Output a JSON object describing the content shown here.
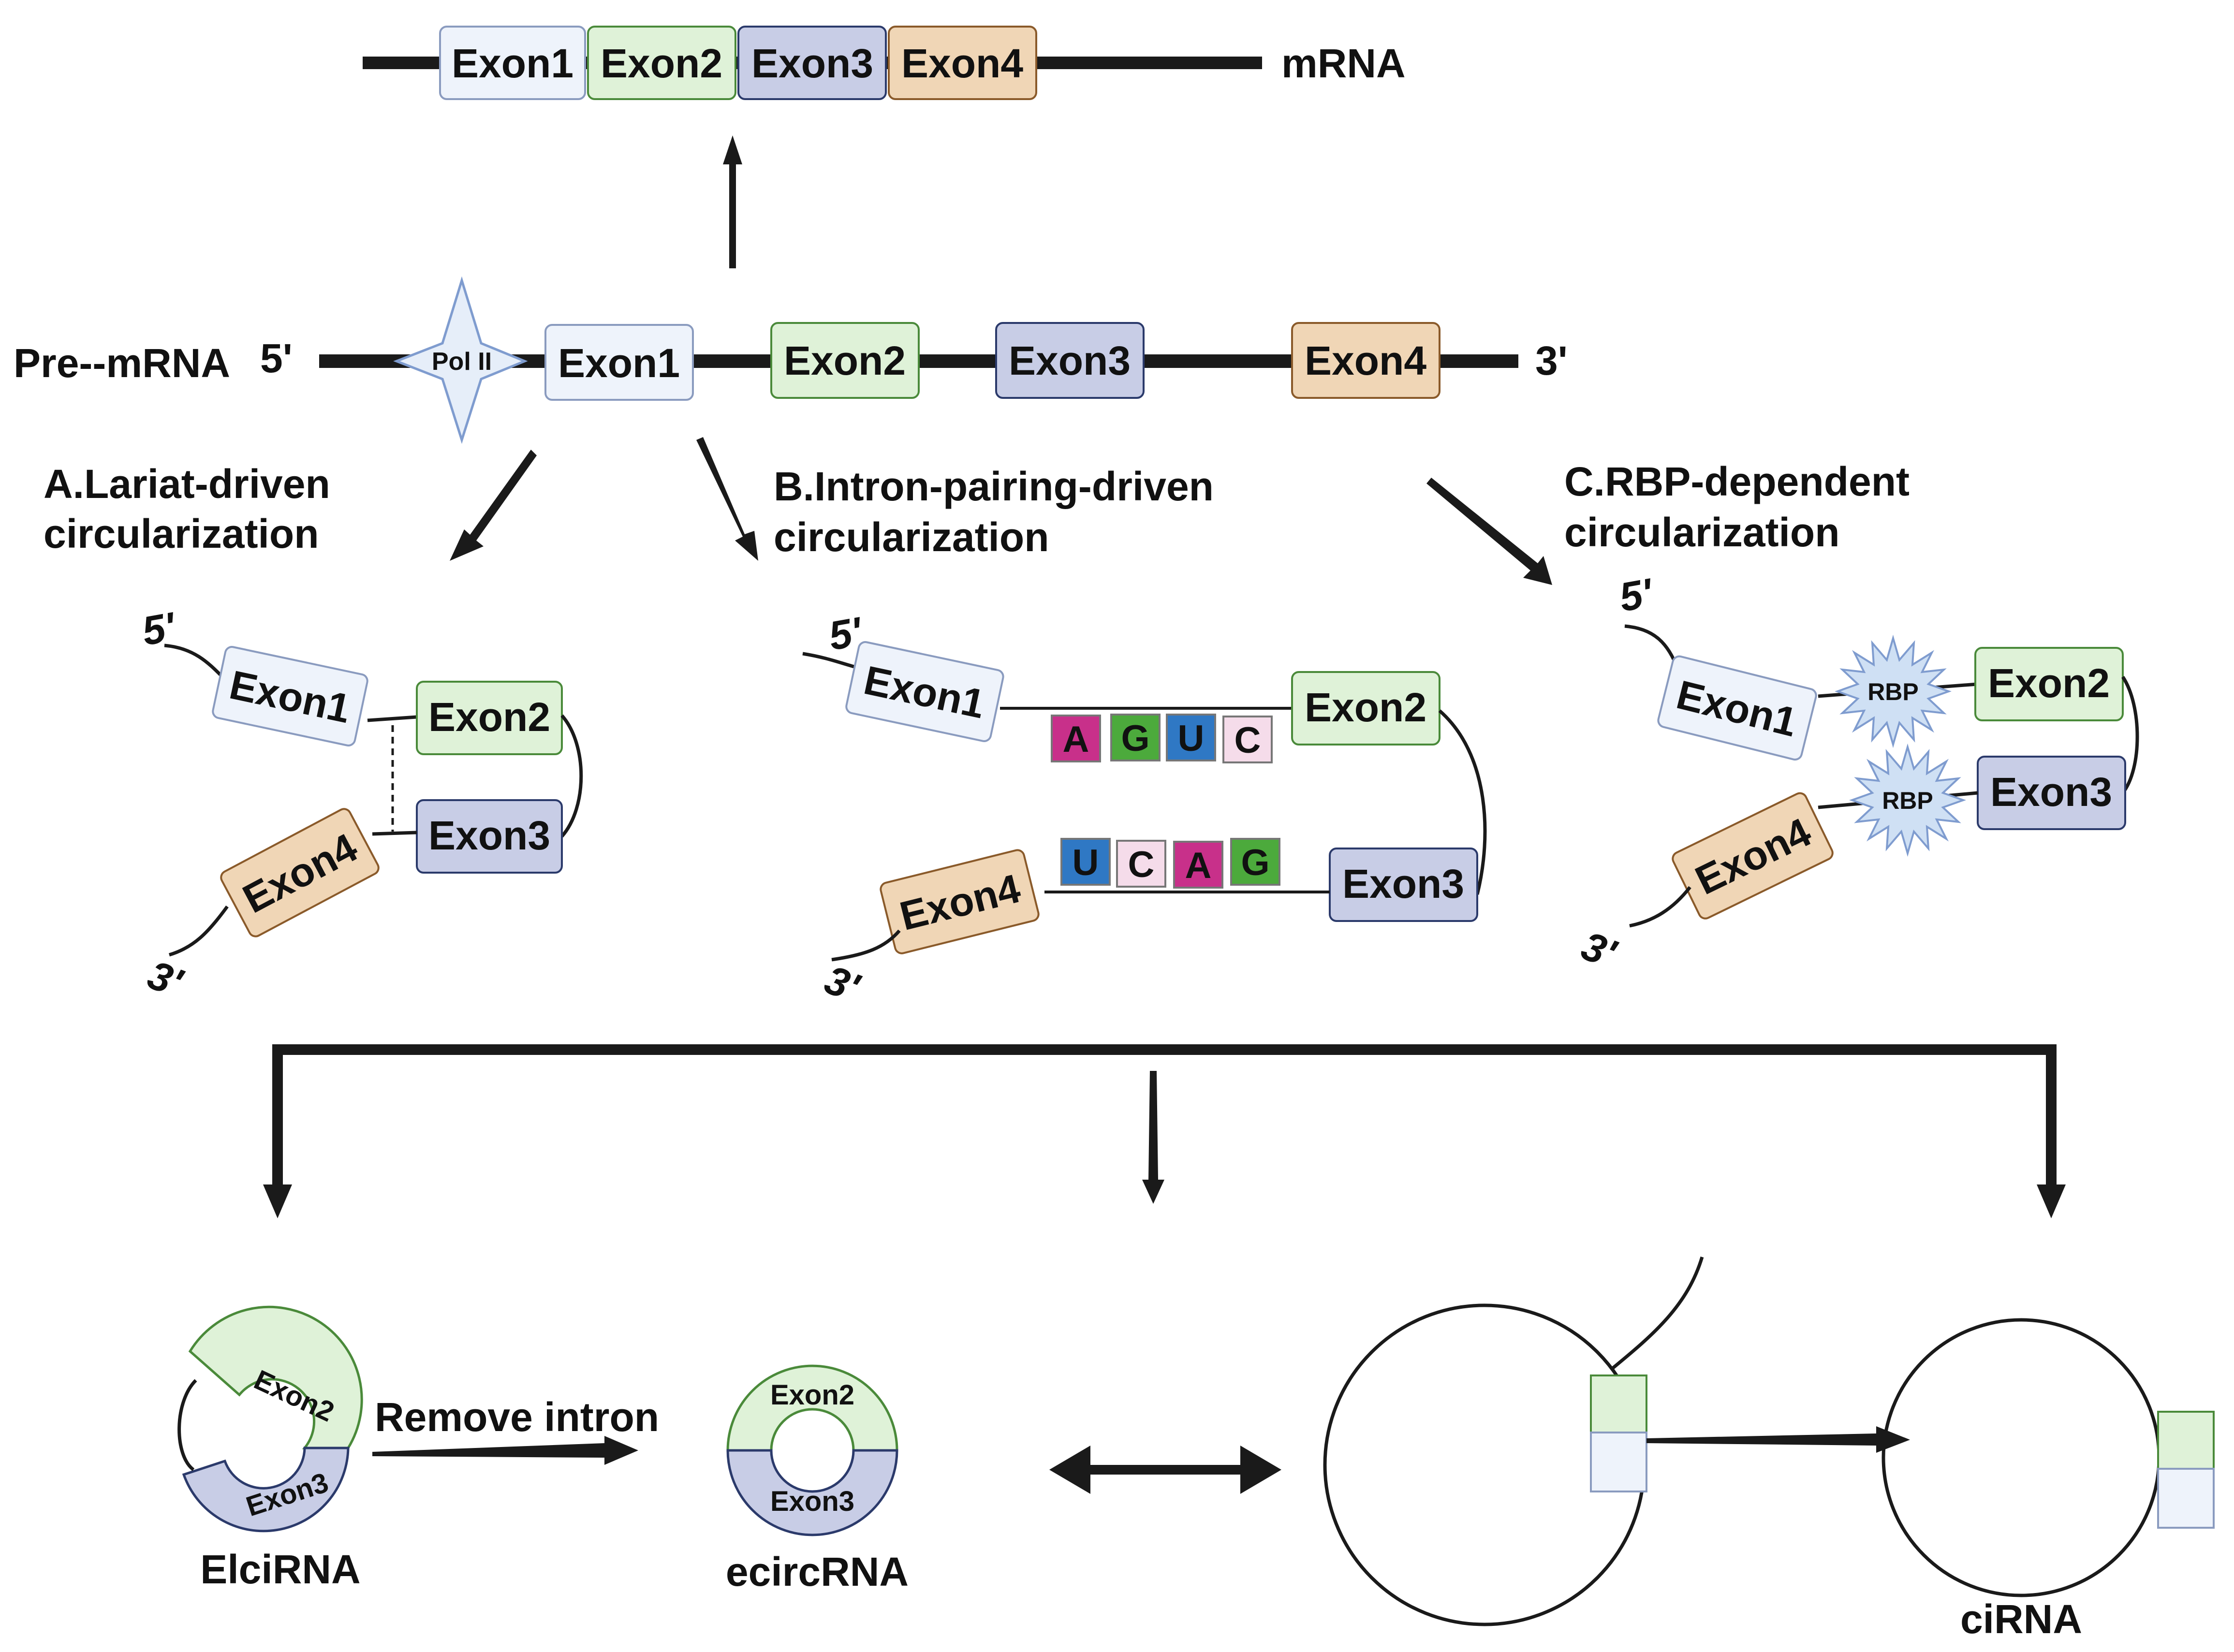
{
  "colors": {
    "exon1": "#eef3fb",
    "exon2": "#dff2d8",
    "exon3": "#c8cde6",
    "exon4": "#f0d6b6",
    "nuc_A": "#c8308a",
    "nuc_G": "#4caa3c",
    "nuc_U": "#2f78c4",
    "nuc_C": "#f5dcea",
    "line": "#1a1a1a"
  },
  "mrna": {
    "exons": [
      "Exon1",
      "Exon2",
      "Exon3",
      "Exon4"
    ],
    "label": "mRNA"
  },
  "premrna": {
    "label": "Pre--mRNA",
    "five_prime": "5'",
    "three_prime": "3'",
    "pol": "Pol II",
    "exons": [
      "Exon1",
      "Exon2",
      "Exon3",
      "Exon4"
    ]
  },
  "panelA": {
    "title_line1": "A.Lariat-driven",
    "title_line2": "circularization",
    "five_prime": "5'",
    "three_prime": "3'",
    "exons": [
      "Exon1",
      "Exon2",
      "Exon3",
      "Exon4"
    ]
  },
  "panelB": {
    "title_line1": "B.Intron-pairing-driven",
    "title_line2": "circularization",
    "five_prime": "5'",
    "three_prime": "3'",
    "exons": [
      "Exon1",
      "Exon2",
      "Exon3",
      "Exon4"
    ],
    "top_nucleotides": [
      "A",
      "G",
      "U",
      "C"
    ],
    "bottom_nucleotides": [
      "U",
      "C",
      "A",
      "G"
    ]
  },
  "panelC": {
    "title_line1": "C.RBP-dependent",
    "title_line2": "circularization",
    "five_prime": "5'",
    "three_prime": "3'",
    "exons": [
      "Exon1",
      "Exon2",
      "Exon3",
      "Exon4"
    ],
    "rbp": "RBP"
  },
  "bottom": {
    "elcirna_label": "ElciRNA",
    "elcirna_exon_top": "Exon2",
    "elcirna_exon_bottom": "Exon3",
    "remove_intron": "Remove intron",
    "ecircrna_label": "ecircRNA",
    "ecircrna_exon_top": "Exon2",
    "ecircrna_exon_bottom": "Exon3",
    "cirna_label": "ciRNA"
  }
}
